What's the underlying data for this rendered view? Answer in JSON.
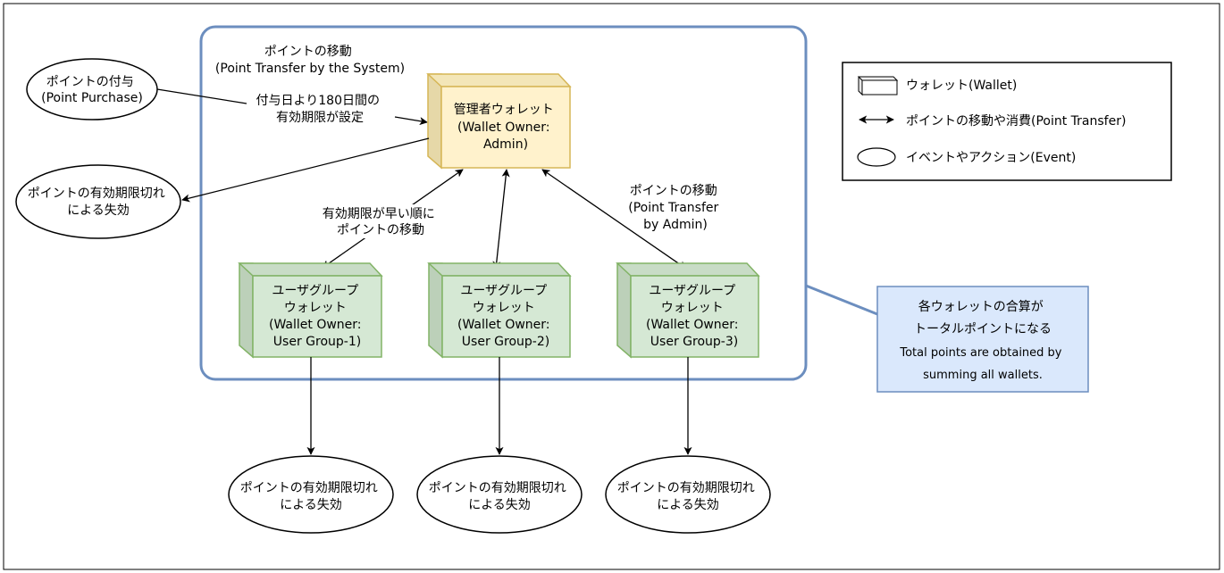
{
  "system_area": {
    "label_lines": [
      "ポイントの移動",
      "(Point Transfer by the System)"
    ]
  },
  "purchase_event": {
    "lines": [
      "ポイントの付与",
      "(Point Purchase)"
    ]
  },
  "expiry_note": {
    "lines": [
      "付与日より180日間の",
      "有効期限が設定"
    ]
  },
  "admin_wallet": {
    "lines": [
      "管理者ウォレット",
      "(Wallet Owner:",
      "Admin)"
    ]
  },
  "admin_expire_event": {
    "lines": [
      "ポイントの有効期限切れ",
      "による失効"
    ]
  },
  "order_note": {
    "lines": [
      "有効期限が早い順に",
      "ポイントの移動"
    ]
  },
  "admin_transfer_note": {
    "lines": [
      "ポイントの移動",
      "(Point Transfer",
      "by Admin)"
    ]
  },
  "group_wallets": [
    {
      "lines": [
        "ユーザグループ",
        "ウォレット",
        "(Wallet Owner:",
        "User Group-1)"
      ]
    },
    {
      "lines": [
        "ユーザグループ",
        "ウォレット",
        "(Wallet Owner:",
        "User Group-2)"
      ]
    },
    {
      "lines": [
        "ユーザグループ",
        "ウォレット",
        "(Wallet Owner:",
        "User Group-3)"
      ]
    }
  ],
  "group_expire_events": [
    {
      "lines": [
        "ポイントの有効期限切れ",
        "による失効"
      ]
    },
    {
      "lines": [
        "ポイントの有効期限切れ",
        "による失効"
      ]
    },
    {
      "lines": [
        "ポイントの有効期限切れ",
        "による失効"
      ]
    }
  ],
  "legend": {
    "wallet": "ウォレット(Wallet)",
    "transfer": "ポイントの移動や消費(Point Transfer)",
    "event": "イベントやアクション(Event)"
  },
  "total_note": {
    "lines": [
      "各ウォレットの合算が",
      "トータルポイントになる",
      "Total points are obtained by",
      "summing all wallets."
    ]
  },
  "colors": {
    "container_stroke": "#6c8ebf",
    "admin_fill": "#fff2cc",
    "admin_stroke": "#d6b656",
    "group_fill": "#d5e8d4",
    "group_stroke": "#82b366",
    "note_fill": "#dae8fc",
    "note_stroke": "#6c8ebf"
  }
}
